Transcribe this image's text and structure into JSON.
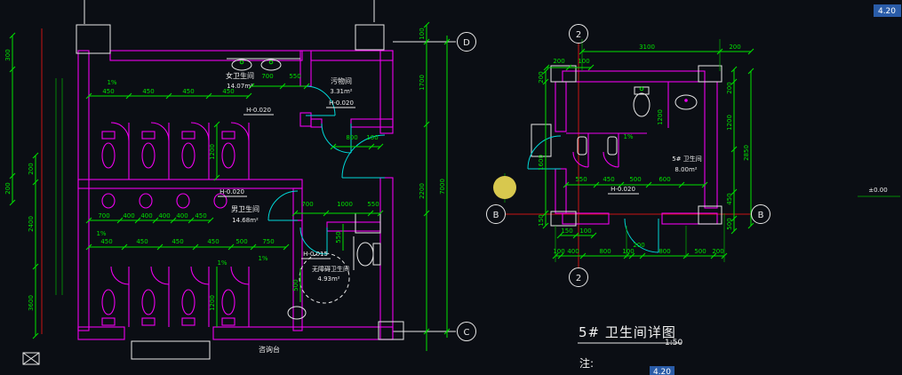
{
  "colors": {
    "background": "#0b0e14",
    "dimension_green": "#00e100",
    "wall_magenta": "#ee00ee",
    "door_cyan": "#00d8d8",
    "axis_red": "#c81414",
    "text_white": "#ececec",
    "grip_yellow": "#d8c84e",
    "selection_blue": "#2a5ca8"
  },
  "markers": {
    "d": "D",
    "c": "C",
    "b": "B",
    "two": "2"
  },
  "annotations": {
    "title": "5# 卫生间详图",
    "scale": "1:50",
    "note": "注:",
    "elev_top": "4.20",
    "elev_bottom": "4.20",
    "elev_right": "±0.00"
  },
  "left_plan": {
    "rooms": {
      "women": {
        "name": "女卫生间",
        "area": "14.07m²",
        "level": "H-0.020"
      },
      "waste": {
        "name": "污物间",
        "area": "3.31m²",
        "level": "H-0.020"
      },
      "men": {
        "name": "男卫生间",
        "area": "14.68m²",
        "level": "H-0.020"
      },
      "accessible": {
        "name": "无障碍卫生间",
        "area": "4.93m²",
        "level": "H-0.015"
      },
      "desk": {
        "name": "咨询台"
      }
    },
    "slope": "1%",
    "dims": {
      "women_top": [
        "450",
        "450",
        "450",
        "450"
      ],
      "women_right": [
        "700",
        "550"
      ],
      "stall_v": "1200",
      "pass": [
        "800",
        "100"
      ],
      "men_top": [
        "700",
        "400",
        "400",
        "400",
        "400",
        "450"
      ],
      "corridor": [
        "700",
        "1000",
        "550"
      ],
      "men_bottom": [
        "450",
        "450",
        "450",
        "450",
        "500",
        "750"
      ],
      "acc_v": [
        "550",
        "500"
      ],
      "left_outer": [
        "300",
        "200"
      ],
      "left_inner": [
        "200",
        "2400",
        "3600"
      ],
      "right_chain": [
        "100",
        "1700",
        "2200"
      ],
      "right_total": "7000"
    }
  },
  "right_plan": {
    "room": {
      "name": "5# 卫生间",
      "area": "8.00m²",
      "level": "H-0.020"
    },
    "slope": "1%",
    "dims": {
      "top": [
        "3100",
        "200"
      ],
      "top2": [
        "200",
        "100"
      ],
      "left": [
        "200",
        "1600",
        "150"
      ],
      "right": [
        "200",
        "1200",
        "450",
        "500"
      ],
      "right_total": "2850",
      "inner": [
        "550",
        "450",
        "500",
        "600"
      ],
      "inner_v": "1200",
      "bottom_small": [
        "150",
        "100"
      ],
      "bottom": [
        "100",
        "400",
        "800",
        "100",
        "200",
        "800",
        "500",
        "200"
      ]
    }
  }
}
